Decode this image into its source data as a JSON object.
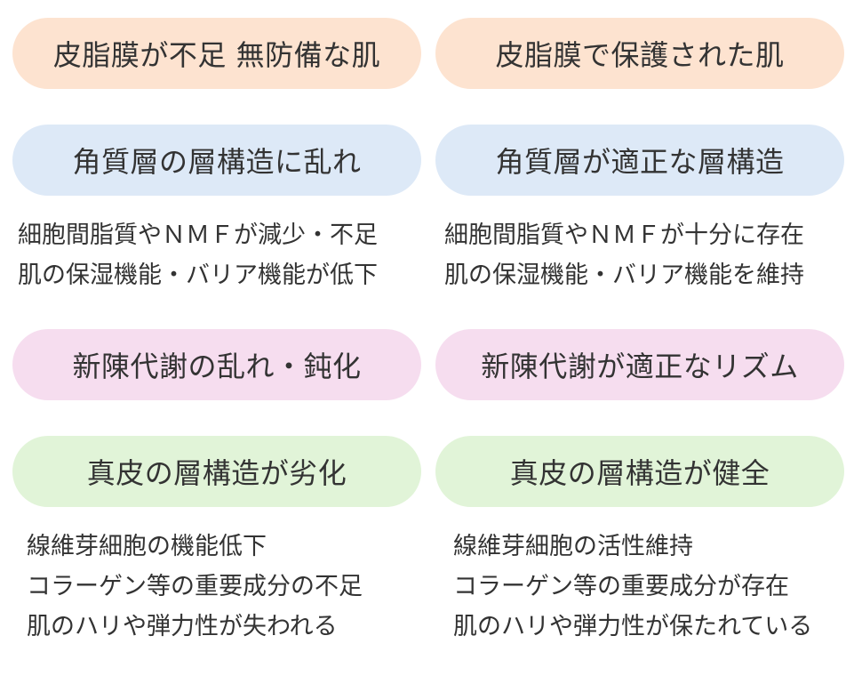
{
  "colors": {
    "sebum": "#fde3d0",
    "stratum": "#dde9f7",
    "turnover": "#f6ddef",
    "dermis": "#e1f4d8",
    "text": "#333333"
  },
  "left": {
    "sebum": "皮脂膜が不足 無防備な肌",
    "stratum": "角質層の層構造に乱れ",
    "stratum_notes": [
      "細胞間脂質やＮＭＦが減少・不足",
      "肌の保湿機能・バリア機能が低下"
    ],
    "turnover": "新陳代謝の乱れ・鈍化",
    "dermis": "真皮の層構造が劣化",
    "dermis_notes": [
      "線維芽細胞の機能低下",
      "コラーゲン等の重要成分の不足",
      "肌のハリや弾力性が失われる"
    ]
  },
  "right": {
    "sebum": "皮脂膜で保護された肌",
    "stratum": "角質層が適正な層構造",
    "stratum_notes": [
      "細胞間脂質やＮＭＦが十分に存在",
      "肌の保湿機能・バリア機能を維持"
    ],
    "turnover": "新陳代謝が適正なリズム",
    "dermis": "真皮の層構造が健全",
    "dermis_notes": [
      "線維芽細胞の活性維持",
      "コラーゲン等の重要成分が存在",
      "肌のハリや弾力性が保たれている"
    ]
  }
}
